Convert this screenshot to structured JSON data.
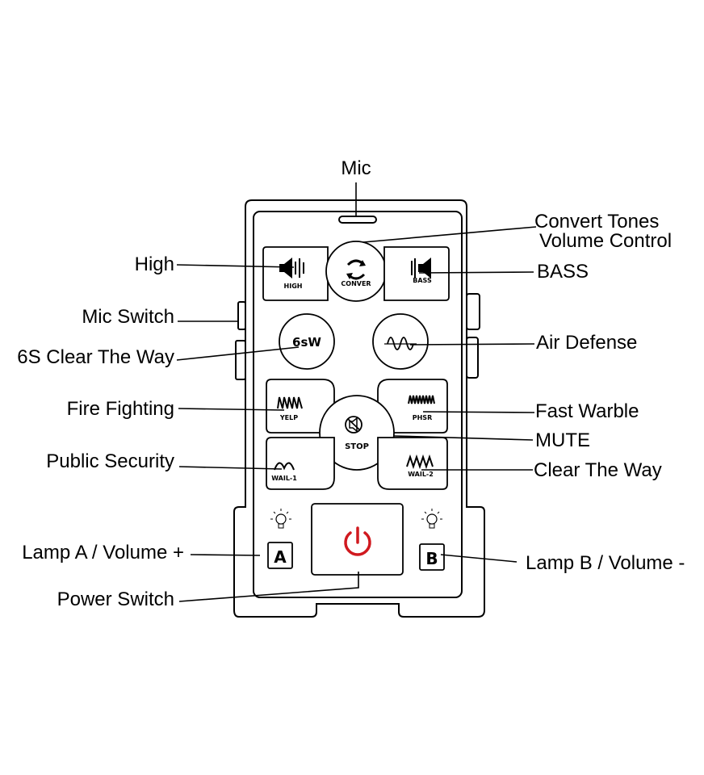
{
  "callouts": {
    "mic": "Mic",
    "convert_tones": "Convert Tones",
    "volume_control": "Volume Control",
    "high": "High",
    "bass": "BASS",
    "mic_switch": "Mic Switch",
    "six_s_clear": "6S Clear The Way",
    "air_defense": "Air Defense",
    "fire_fighting": "Fire Fighting",
    "fast_warble": "Fast Warble",
    "mute": "MUTE",
    "public_security": "Public Security",
    "clear_the_way": "Clear The Way",
    "lamp_a": "Lamp A / Volume +",
    "lamp_b": "Lamp B / Volume -",
    "power_switch": "Power Switch"
  },
  "buttons": {
    "high": "HIGH",
    "conver": "CONVER",
    "bass": "BASS",
    "six_s": "6sW",
    "yelp": "YELP",
    "phsr": "PHSR",
    "stop": "STOP",
    "wail1": "WAIL-1",
    "wail2": "WAIL-2",
    "lamp_a": "A",
    "lamp_b": "B"
  },
  "colors": {
    "power": "#d0191f",
    "ink": "#000000"
  }
}
